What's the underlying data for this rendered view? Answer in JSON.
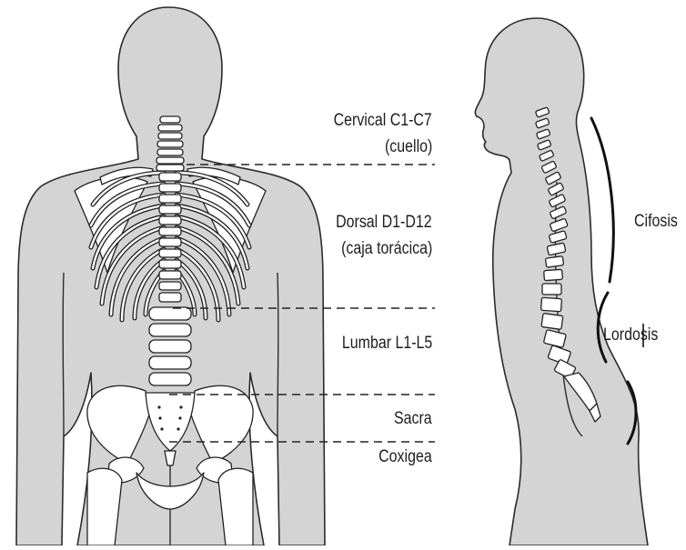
{
  "labels": {
    "cervical": "Cervical C1-C7",
    "cervical_sub": "(cuello)",
    "dorsal": "Dorsal D1-D12",
    "dorsal_sub": "(caja torácica)",
    "lumbar": "Lumbar L1-L5",
    "sacra": "Sacra",
    "coxigea": "Coxigea",
    "cifosis": "Cifosis",
    "lordosis": "Lordosis"
  }
}
